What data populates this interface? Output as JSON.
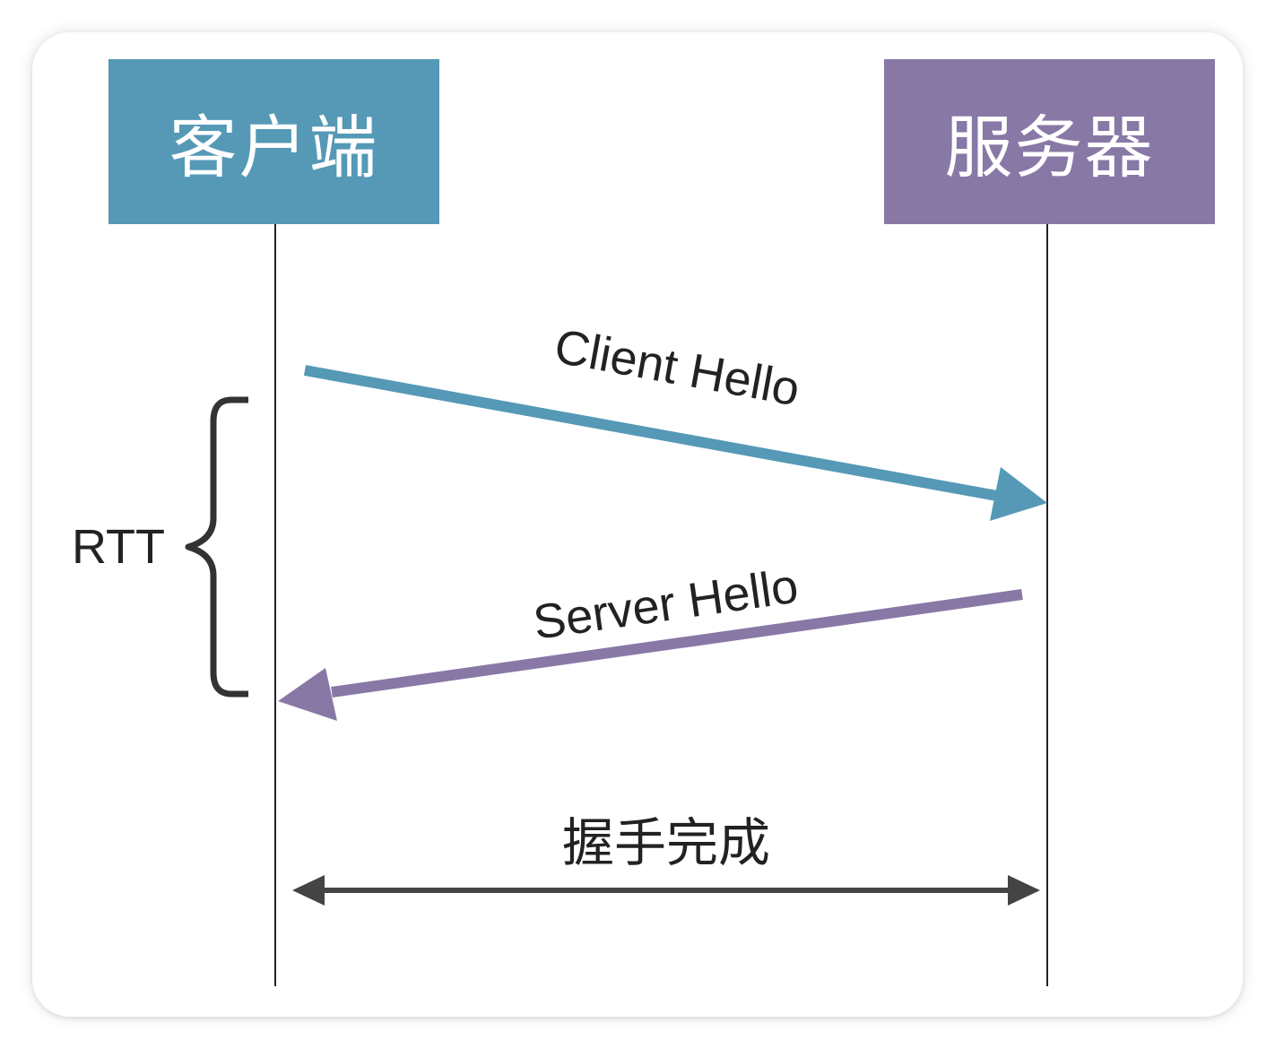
{
  "participants": {
    "client": {
      "label": "客户端",
      "color": "#5599b6"
    },
    "server": {
      "label": "服务器",
      "color": "#8878a6"
    }
  },
  "messages": [
    {
      "label": "Client Hello",
      "from": "client",
      "to": "server",
      "color": "#5599b6"
    },
    {
      "label": "Server Hello",
      "from": "server",
      "to": "client",
      "color": "#8878a6"
    }
  ],
  "rtt": {
    "label": "RTT"
  },
  "handshake": {
    "label": "握手完成",
    "color": "#444444"
  }
}
